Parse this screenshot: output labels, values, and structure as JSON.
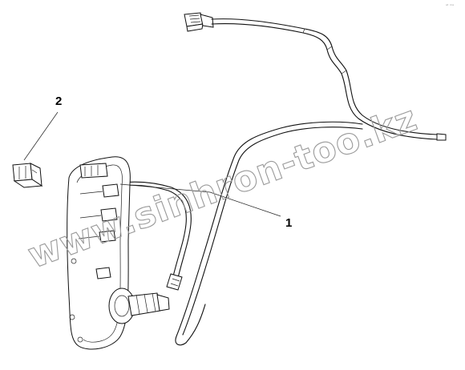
{
  "diagram": {
    "callouts": [
      {
        "id": "1",
        "label": "1"
      },
      {
        "id": "2",
        "label": "2"
      }
    ],
    "watermark": "www.sinhron-too.kz",
    "corner_mark": "ᵃᵗ ᵐᵃ"
  },
  "colors": {
    "line": "#111111",
    "watermark": "#9a9a9a",
    "background": "#ffffff"
  }
}
